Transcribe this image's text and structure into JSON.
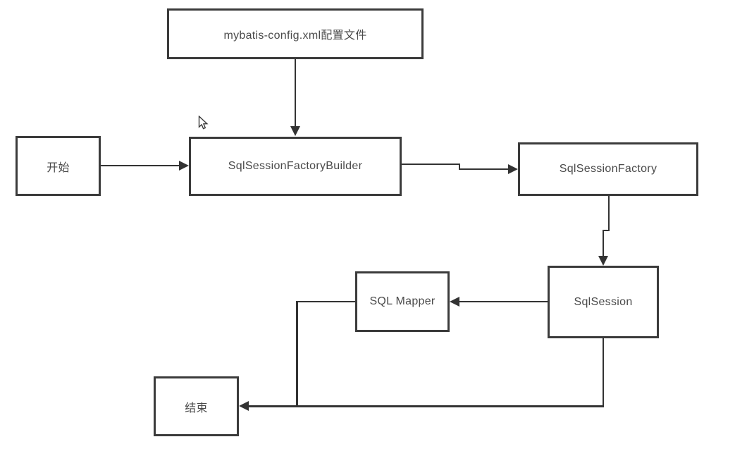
{
  "diagram": {
    "type": "flowchart",
    "topic": "MyBatis core objects workflow",
    "nodes": {
      "config": {
        "label": "mybatis-config.xml配置文件"
      },
      "start": {
        "label": "开始"
      },
      "builder": {
        "label": "SqlSessionFactoryBuilder"
      },
      "factory": {
        "label": "SqlSessionFactory"
      },
      "session": {
        "label": "SqlSession"
      },
      "mapper": {
        "label": "SQL Mapper"
      },
      "end": {
        "label": "结束"
      }
    },
    "edges": [
      {
        "from": "config",
        "to": "builder",
        "direction": "down"
      },
      {
        "from": "start",
        "to": "builder",
        "direction": "right"
      },
      {
        "from": "builder",
        "to": "factory",
        "direction": "right"
      },
      {
        "from": "factory",
        "to": "session",
        "direction": "down"
      },
      {
        "from": "session",
        "to": "mapper",
        "direction": "left"
      },
      {
        "from": "mapper",
        "to": "end",
        "direction": "down-left"
      },
      {
        "from": "session",
        "to": "end",
        "direction": "down-left"
      }
    ],
    "colors": {
      "background": "#ffffff",
      "node_fill": "#ffffff",
      "node_border": "#3b3b3b",
      "line": "#333333",
      "text": "#4a4a4a"
    }
  }
}
